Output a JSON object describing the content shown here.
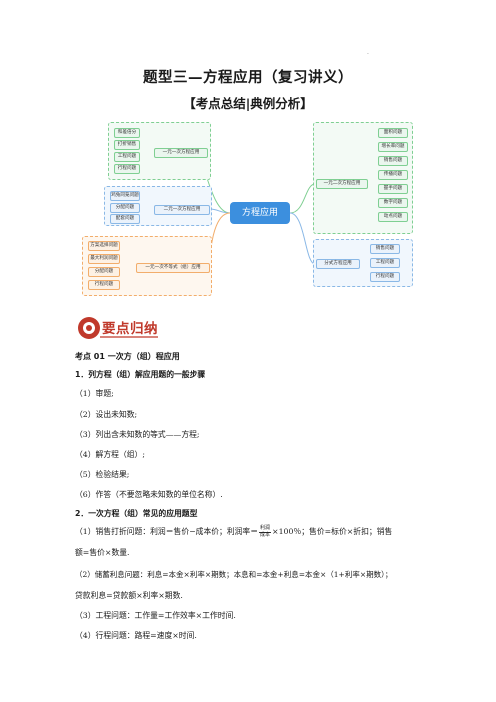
{
  "doc": {
    "title": "题型三—方程应用（复习讲义）",
    "subtitle": "【考点总结|典例分析】",
    "dot": "."
  },
  "mindmap": {
    "center": "方程应用",
    "branches": [
      {
        "label": "一元一次方程应用",
        "items": [
          "和差倍分",
          "打折销售",
          "工程问题",
          "行程问题"
        ]
      },
      {
        "label": "二元一次方程应用",
        "items": [
          "鸡兔同笼问题",
          "分配问题",
          "配套问题"
        ]
      },
      {
        "label": "一元一次不等式（组）应用",
        "items": [
          "方案选择问题",
          "最大利润问题",
          "分配问题",
          "行程问题"
        ]
      },
      {
        "label": "一元二次方程应用",
        "items": [
          "面积问题",
          "增长率问题",
          "销售问题",
          "传播问题",
          "握手问题",
          "数字问题",
          "动点问题"
        ]
      },
      {
        "label": "分式方程应用",
        "items": [
          "销售问题",
          "工程问题",
          "行程问题"
        ]
      }
    ]
  },
  "section": {
    "badge": "要点归纳",
    "kp_title": "考点 01 一次方（组）程应用",
    "h1": "1．列方程（组）解应用题的一般步骤",
    "steps": [
      "（1）审题;",
      "（2）设出未知数;",
      "（3）列出含未知数的等式——方程;",
      "（4）解方程（组）;",
      "（5）检验结果;",
      "（6）作答（不要忽略未知数的单位名称）."
    ],
    "h2": "2．一次方程（组）常见的应用题型",
    "t1a": "（1）销售打折问题：利润＝售价−成本价；利润率＝",
    "t1_num": "利润",
    "t1_den": "成本",
    "t1b": "×100％；售价=标价×折扣；销售",
    "t1c": "额=售价×数量.",
    "t2a": "（2）储蓄利息问题：利息=本金×利率×期数；本息和=本金+利息=本金×（1+利率×期数）；",
    "t2b": "贷款利息=贷款额×利率×期数.",
    "t3": "（3）工程问题：工作量=工作效率×工作时间.",
    "t4": "（4）行程问题：路程=速度×时间."
  },
  "colors": {
    "green": "#7fcf92",
    "greenFill": "#eaf6ee",
    "blue": "#8ab8e6",
    "blueFill": "#eaf2fb",
    "orange": "#f2ad6b",
    "orangeFill": "#fdf1e4",
    "center": "#3c8fde",
    "badge": "#c0392b"
  }
}
